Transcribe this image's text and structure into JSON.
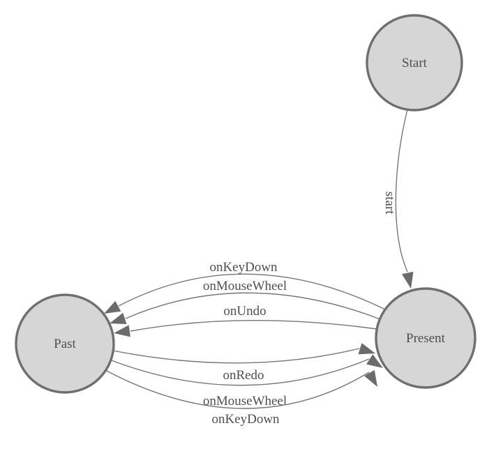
{
  "diagram": {
    "kind": "finite-state-machine",
    "colors": {
      "background": "#ffffff",
      "node_fill": "#d6d6d6",
      "node_stroke": "#6f6f6f",
      "edge_stroke": "#767676",
      "arrow_fill": "#6b6b6b",
      "text_color": "#4f4f4f"
    },
    "nodes": [
      {
        "id": "start",
        "label": "Start"
      },
      {
        "id": "present",
        "label": "Present"
      },
      {
        "id": "past",
        "label": "Past"
      }
    ],
    "edges": [
      {
        "from": "start",
        "to": "present",
        "label": "start"
      },
      {
        "from": "present",
        "to": "past",
        "label": "onKeyDown"
      },
      {
        "from": "present",
        "to": "past",
        "label": "onMouseWheel"
      },
      {
        "from": "present",
        "to": "past",
        "label": "onUndo"
      },
      {
        "from": "past",
        "to": "present",
        "label": "onRedo"
      },
      {
        "from": "past",
        "to": "present",
        "label": "onMouseWheel"
      },
      {
        "from": "past",
        "to": "present",
        "label": "onKeyDown"
      }
    ]
  }
}
